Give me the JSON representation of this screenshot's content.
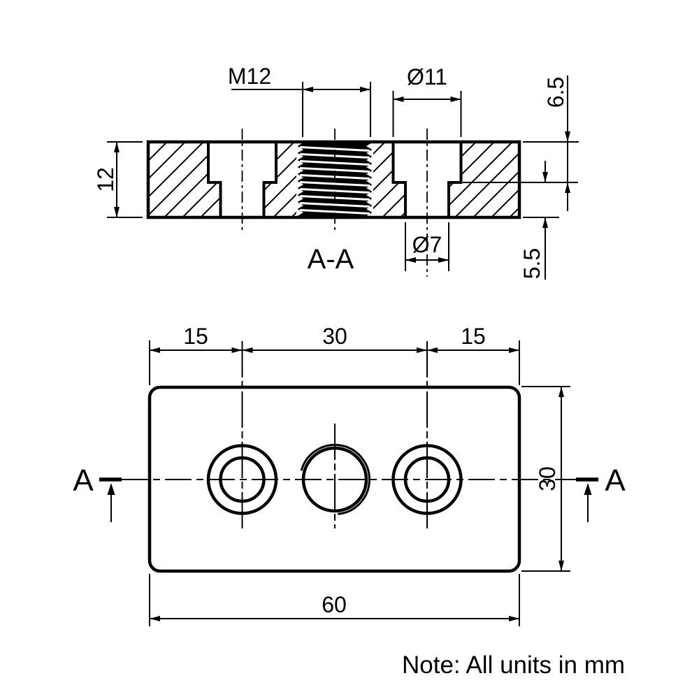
{
  "note": "Note: All units in mm",
  "colors": {
    "line": "#000000",
    "background": "#ffffff"
  },
  "section_view": {
    "label": "A-A",
    "dim_thread": "M12",
    "dim_counterbore_dia": "Ø11",
    "dim_thickness": "12",
    "dim_counterbore_depth": "6.5",
    "dim_through_depth": "5.5",
    "dim_hole_dia": "Ø7"
  },
  "plan_view": {
    "section_marker": "A",
    "dim_left_offset": "15",
    "dim_center_distance": "30",
    "dim_right_offset": "15",
    "dim_width": "60",
    "dim_height": "30"
  }
}
